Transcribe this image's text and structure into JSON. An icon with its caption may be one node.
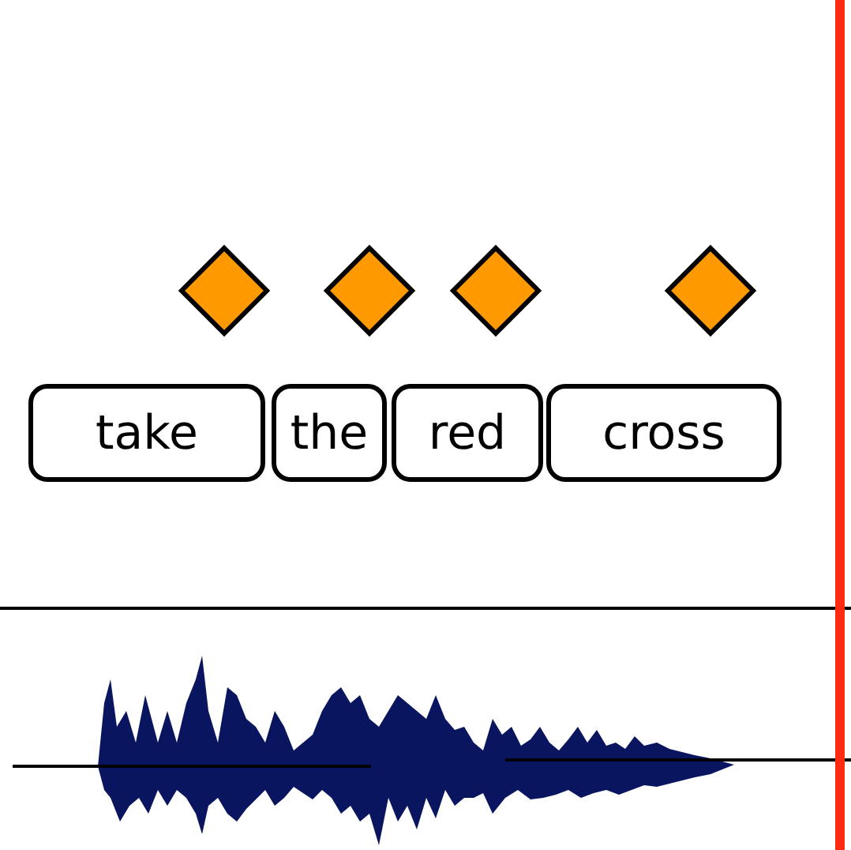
{
  "diagram": {
    "nodes": [
      {
        "text": [
          "take"
        ]
      },
      {
        "text": [
          "the"
        ]
      },
      {
        "text": [
          "red"
        ]
      },
      {
        "text": [
          "cross"
        ]
      },
      {
        "text": [],
        "shape": "diamond"
      },
      {
        "text": [],
        "shape": "diamond"
      },
      {
        "text": [],
        "shape": "diamond"
      },
      {
        "text": [],
        "shape": "diamond"
      }
    ]
  }
}
